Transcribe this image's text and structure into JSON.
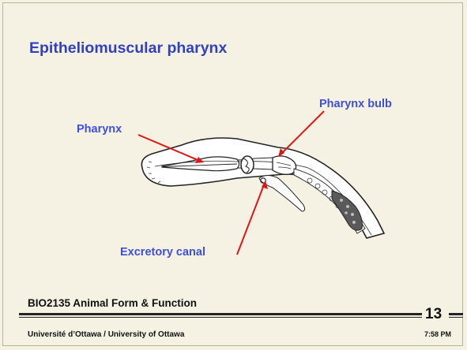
{
  "slide": {
    "title": "Epitheliomuscular pharynx",
    "course": "BIO2135 Animal Form & Function",
    "page_number": "13",
    "footer_left": "Université d’Ottawa / University of Ottawa",
    "footer_right": "7:58 PM"
  },
  "diagram": {
    "labels": {
      "pharynx": "Pharynx",
      "bulb": "Pharynx bulb",
      "canal": "Excretory canal"
    }
  },
  "colors": {
    "background": "#f6f2e3",
    "title": "#3340c0",
    "label": "#3e4fe0",
    "arrow": "#e21515"
  }
}
